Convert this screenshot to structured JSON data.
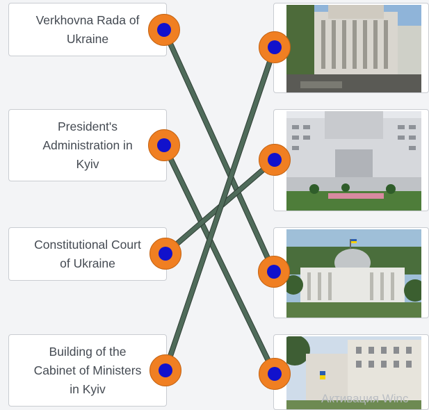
{
  "left_items": [
    {
      "label": "Verkhovna Rada of\nUkraine"
    },
    {
      "label": "President's\nAdministration in\nKyiv"
    },
    {
      "label": "Constitutional Court\nof Ukraine"
    },
    {
      "label": "Building of the\nCabinet of Ministers\nin Kyiv"
    }
  ],
  "right_items": [
    {
      "image": "cabinet-of-ministers-building-photo"
    },
    {
      "image": "constitutional-court-building-photo"
    },
    {
      "image": "verkhovna-rada-building-photo"
    },
    {
      "image": "presidential-administration-building-photo"
    }
  ],
  "matches": [
    {
      "from": 0,
      "to": 2
    },
    {
      "from": 1,
      "to": 3
    },
    {
      "from": 2,
      "to": 1
    },
    {
      "from": 3,
      "to": 0
    }
  ],
  "colors": {
    "connector_line": "#4f6b5a",
    "dot_outer": "#f07f22",
    "dot_inner": "#1111cc"
  },
  "watermark": "Активация Winc"
}
